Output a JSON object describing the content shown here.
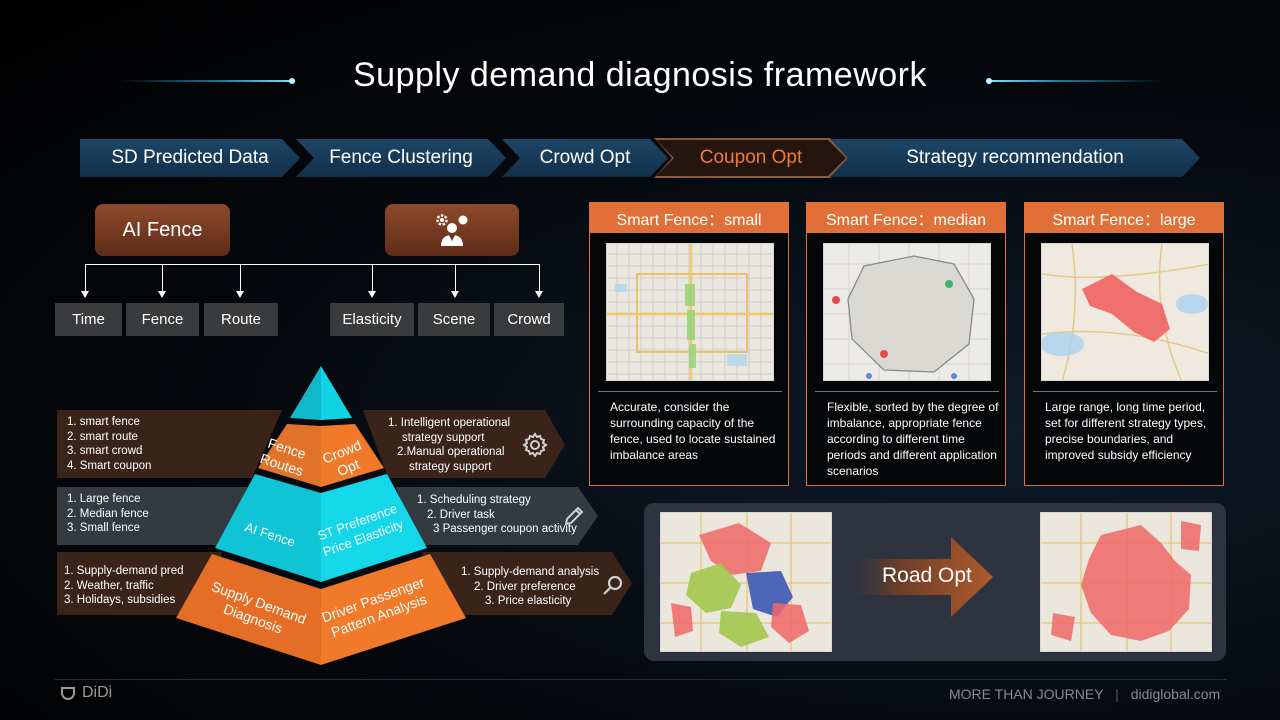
{
  "title": "Supply demand diagnosis framework",
  "process_steps": [
    {
      "label": "SD Predicted Data"
    },
    {
      "label": "Fence Clustering"
    },
    {
      "label": "Crowd Opt"
    },
    {
      "label": "Coupon Opt"
    },
    {
      "label": "Strategy recommendation"
    }
  ],
  "ai_fence": {
    "label": "AI Fence",
    "icon": "user-gear-icon",
    "fence_factors": [
      "Time",
      "Fence",
      "Route"
    ],
    "user_factors": [
      "Elasticity",
      "Scene",
      "Crowd"
    ]
  },
  "pyramid": {
    "top_left": [
      "Fence",
      "Routes"
    ],
    "top_right": [
      "Crowd",
      "Opt"
    ],
    "middle_left": [
      "AI Fence"
    ],
    "middle_right": [
      "ST Preference",
      "Price Elasticity"
    ],
    "bottom_left": [
      "Supply Demand",
      "Diagnosis"
    ],
    "bottom_right": [
      "Driver Passenger",
      "Pattern Analysis"
    ],
    "left_panels": [
      [
        "1. smart fence",
        "2. smart route",
        "3. smart crowd",
        "4. Smart coupon"
      ],
      [
        "1. Large fence",
        "2. Median fence",
        "3. Small fence"
      ],
      [
        "1. Supply-demand pred",
        "2. Weather, traffic",
        "3. Holidays, subsidies"
      ]
    ],
    "right_panels": [
      [
        "1. Intelligent operational",
        "strategy support",
        "2.Manual operational",
        "strategy  support"
      ],
      [
        "1. Scheduling strategy",
        "2. Driver task",
        "3 Passenger coupon activity"
      ],
      [
        "1. Supply-demand analysis",
        "2. Driver preference",
        "3. Price elasticity"
      ]
    ],
    "right_icons": [
      "gear-icon",
      "pencil-icon",
      "magnifier-icon"
    ],
    "colors": {
      "cyan": "#12d3e4",
      "orange": "#f07a2a"
    }
  },
  "cards": [
    {
      "title": "Smart Fence：small",
      "desc": "Accurate, consider the surrounding capacity of the fence, used to locate sustained imbalance areas"
    },
    {
      "title": "Smart Fence：median",
      "desc": "Flexible, sorted by the degree of imbalance,  appropriate fence according to different time periods and different application scenarios"
    },
    {
      "title": "Smart Fence：large",
      "desc": "Large range, long time period, set for different strategy types, precise boundaries, and improved subsidy efficiency"
    }
  ],
  "road_opt": {
    "label": "Road Opt"
  },
  "footer": {
    "brand": "DiDi",
    "slogan": "MORE THAN JOURNEY",
    "separator": "|",
    "site": "didiglobal.com"
  }
}
